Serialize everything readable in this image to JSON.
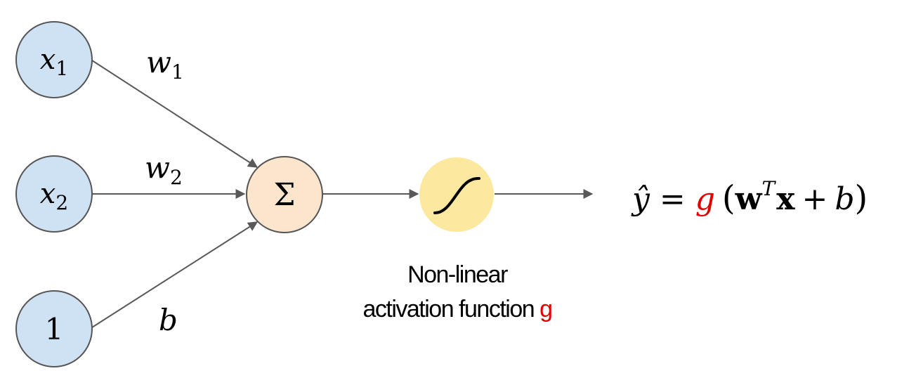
{
  "inputs": {
    "x1": {
      "base": "x",
      "sub": "1"
    },
    "x2": {
      "base": "x",
      "sub": "2"
    },
    "bias_node": "1"
  },
  "weights": {
    "w1": {
      "base": "w",
      "sub": "1"
    },
    "w2": {
      "base": "w",
      "sub": "2"
    },
    "b": "b"
  },
  "sum_symbol": "Σ",
  "caption": {
    "line1": "Non-linear",
    "line2_prefix": "activation function ",
    "line2_g": "g"
  },
  "equation": {
    "y_hat": "ŷ",
    "equals": "=",
    "g": "g",
    "open_paren": "(",
    "w": "w",
    "T": "T",
    "x": "x",
    "plus": "+",
    "b": "b",
    "close_paren": ")"
  },
  "colors": {
    "input_fill": "#cfe2f3",
    "sum_fill": "#fce5cd",
    "activation_fill": "#fde8a0",
    "stroke": "#555555",
    "edge": "#595959",
    "accent_g": "#e00000",
    "text": "#000000"
  }
}
